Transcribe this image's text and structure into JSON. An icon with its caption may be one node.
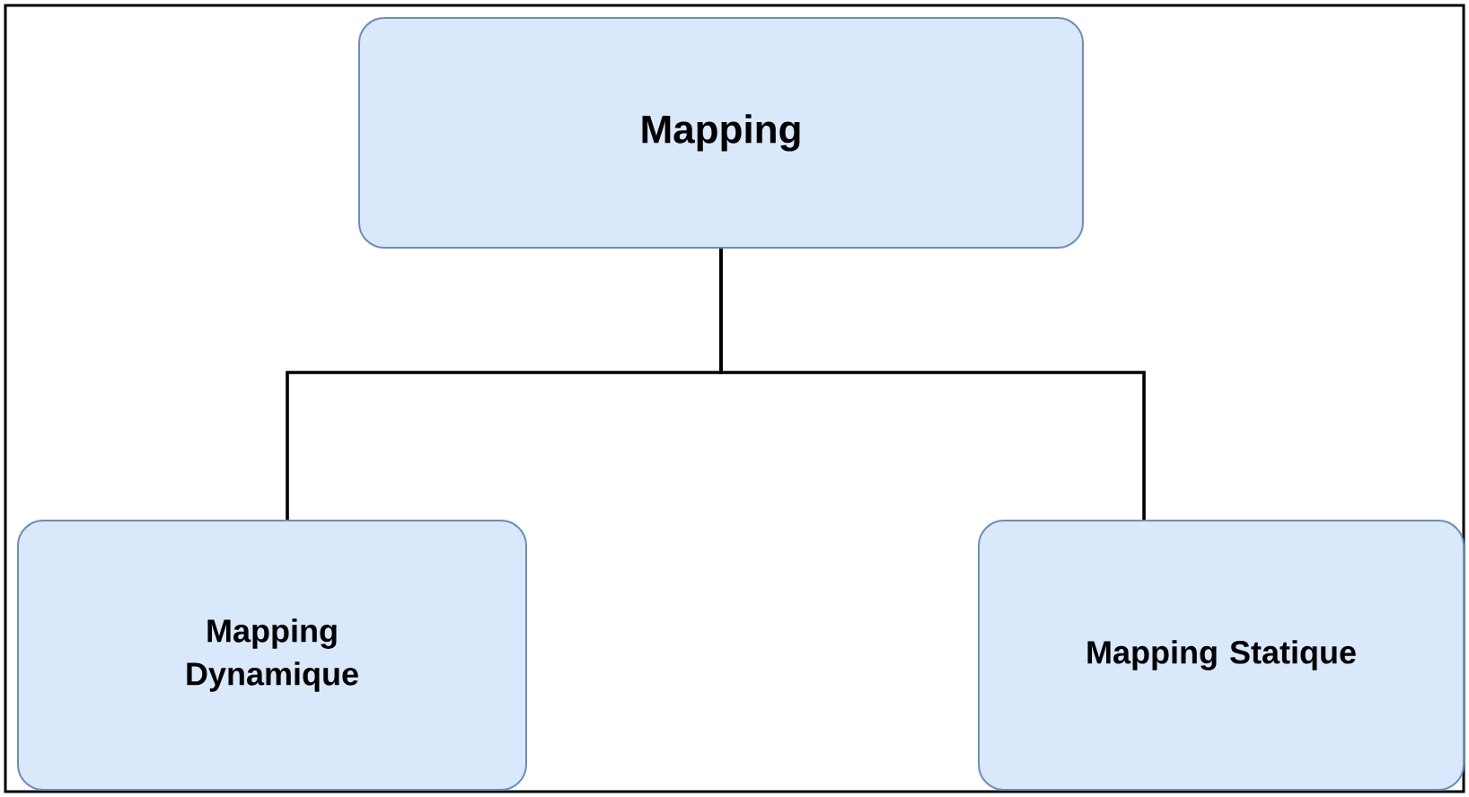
{
  "diagram": {
    "nodes": [
      {
        "text": [
          "Mapping"
        ]
      },
      {
        "text": [
          "Mapping Dynamique"
        ]
      },
      {
        "text": [
          "Mapping Statique"
        ]
      }
    ],
    "edges": [
      {
        "from": 0,
        "to": 1,
        "arrow": "none"
      },
      {
        "from": 0,
        "to": 2,
        "arrow": "none"
      }
    ]
  }
}
